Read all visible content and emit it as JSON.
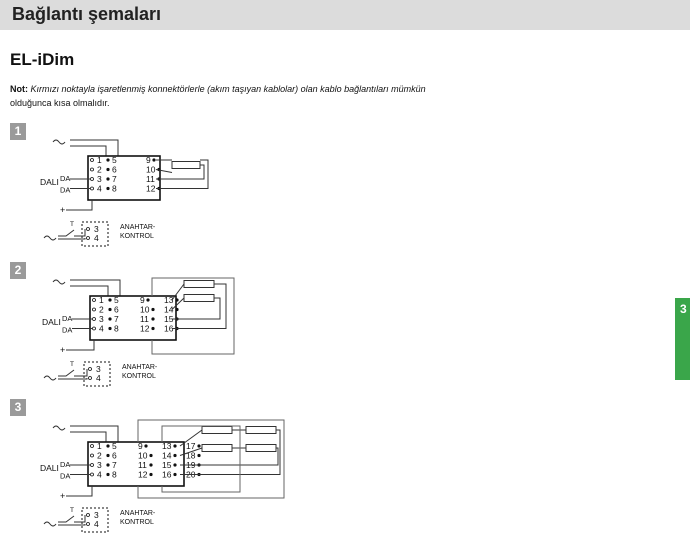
{
  "header": {
    "title": "Bağlantı şemaları"
  },
  "subtitle": "EL-iDim",
  "note": {
    "label": "Not:",
    "text": " Kırmızı noktayla işaretlenmiş konnektörlerle (akım taşıyan kablolar) olan kablo bağlantıları mümkün",
    "text2": "olduğunca kısa olmalıdır."
  },
  "tab_label": "3",
  "diagrams": [
    {
      "number": "1",
      "dali": "DALI",
      "da": [
        "DA",
        "DA"
      ],
      "switch_label": [
        "ANAHTAR-",
        "KONTROL"
      ],
      "switch_terminals": [
        "3",
        "4"
      ],
      "left_col": [
        "1",
        "2",
        "3",
        "4"
      ],
      "mid_col": [
        "5",
        "6",
        "7",
        "8"
      ],
      "right_cols": [
        [
          "9",
          "10",
          "11",
          "12"
        ]
      ]
    },
    {
      "number": "2",
      "dali": "DALI",
      "da": [
        "DA",
        "DA"
      ],
      "switch_label": [
        "ANAHTAR-",
        "KONTROL"
      ],
      "switch_terminals": [
        "3",
        "4"
      ],
      "left_col": [
        "1",
        "2",
        "3",
        "4"
      ],
      "mid_col": [
        "5",
        "6",
        "7",
        "8"
      ],
      "right_cols": [
        [
          "9",
          "10",
          "11",
          "12"
        ],
        [
          "13",
          "14",
          "15",
          "16"
        ]
      ]
    },
    {
      "number": "3",
      "dali": "DALI",
      "da": [
        "DA",
        "DA"
      ],
      "switch_label": [
        "ANAHTAR-",
        "KONTROL"
      ],
      "switch_terminals": [
        "3",
        "4"
      ],
      "left_col": [
        "1",
        "2",
        "3",
        "4"
      ],
      "mid_col": [
        "5",
        "6",
        "7",
        "8"
      ],
      "right_cols": [
        [
          "9",
          "10",
          "11",
          "12"
        ],
        [
          "13",
          "14",
          "15",
          "16"
        ],
        [
          "17",
          "18",
          "19",
          "20"
        ]
      ]
    }
  ]
}
